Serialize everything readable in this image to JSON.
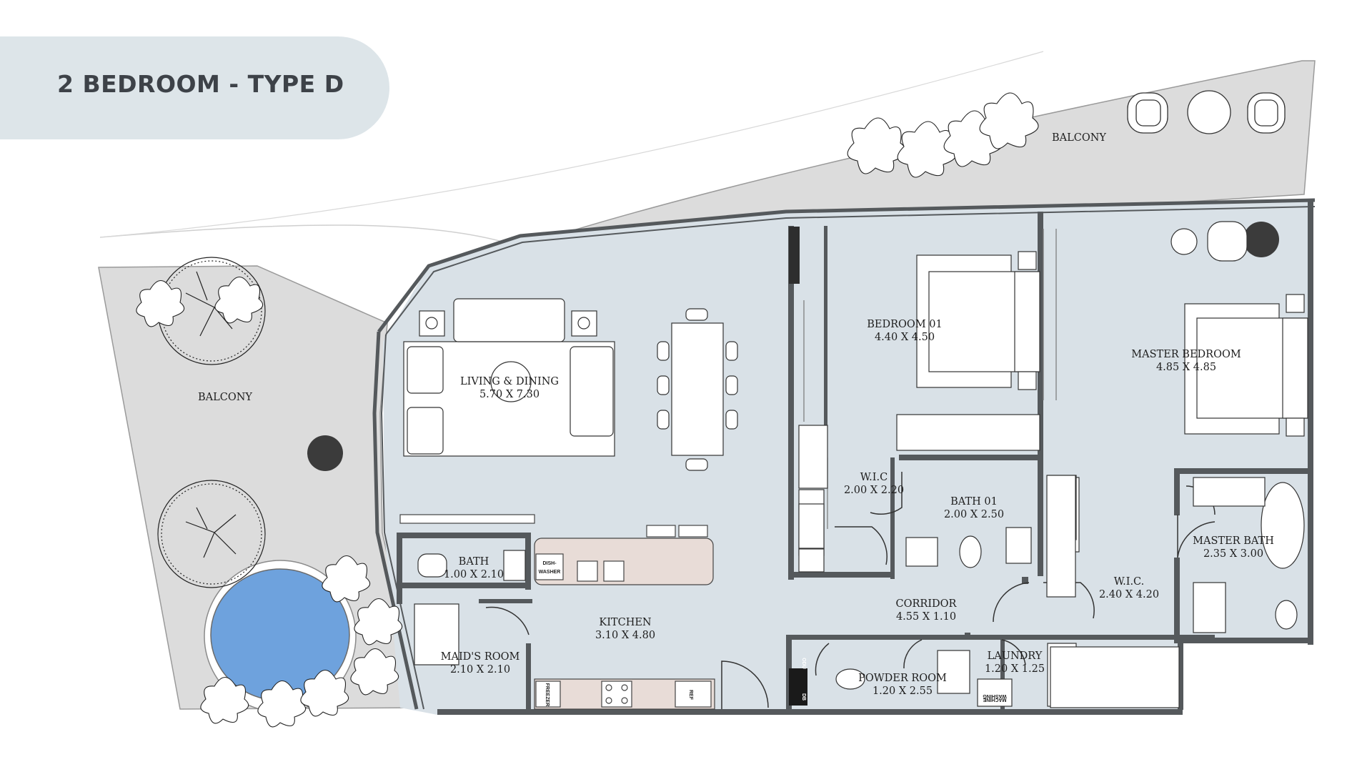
{
  "title": "2 BEDROOM - TYPE D",
  "rooms": {
    "balcony_top": {
      "name": "BALCONY"
    },
    "balcony_left": {
      "name": "BALCONY"
    },
    "living": {
      "name": "LIVING & DINING",
      "size": "5.70 X 7.30"
    },
    "bedroom01": {
      "name": "BEDROOM 01",
      "size": "4.40 X 4.50"
    },
    "master_bedroom": {
      "name": "MASTER BEDROOM",
      "size": "4.85 X 4.85"
    },
    "wic1": {
      "name": "W.I.C",
      "size": "2.00 X 2.20"
    },
    "bath01": {
      "name": "BATH 01",
      "size": "2.00 X 2.50"
    },
    "master_bath": {
      "name": "MASTER BATH",
      "size": "2.35 X 3.00"
    },
    "wic2": {
      "name": "W.I.C.",
      "size": "2.40 X 4.20"
    },
    "bath": {
      "name": "BATH",
      "size": "1.00 X 2.10"
    },
    "kitchen": {
      "name": "KITCHEN",
      "size": "3.10 X 4.80"
    },
    "corridor": {
      "name": "CORRIDOR",
      "size": "4.55 X 1.10"
    },
    "maids_room": {
      "name": "MAID'S ROOM",
      "size": "2.10 X 2.10"
    },
    "powder_room": {
      "name": "POWDER ROOM",
      "size": "1.20 X 2.55"
    },
    "laundry": {
      "name": "LAUNDRY",
      "size": "1.20 X 1.25"
    }
  },
  "appliances": {
    "dishwasher_1": "DISH-",
    "dishwasher_2": "WASHER",
    "freezer": "FREEZER",
    "ref": "REF",
    "odu": "ODU",
    "db": "DB",
    "washing_1": "WASHING",
    "washing_2": "MACHINE"
  },
  "colors": {
    "interior": "#d9e1e7",
    "balcony": "#dcdcdc",
    "wall": "#55595c",
    "pool": "#6ea2dd",
    "counter": "#e8dcd7",
    "title_pill": "#dde5e9",
    "column": "#3b3b3b"
  }
}
